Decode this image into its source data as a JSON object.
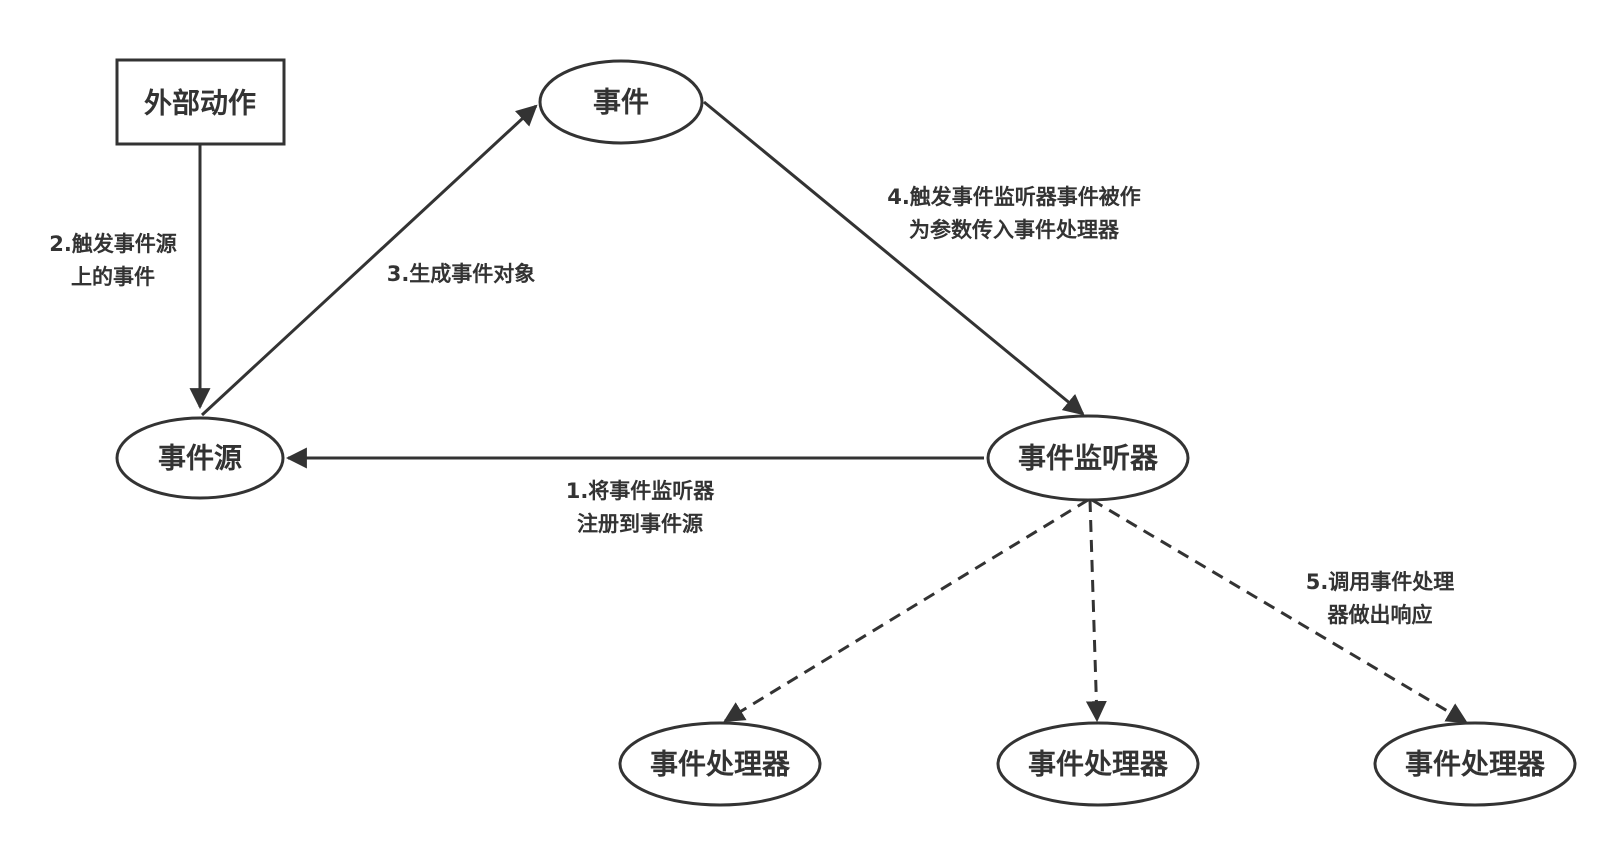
{
  "nodes": {
    "external_action": "外部动作",
    "event": "事件",
    "event_source": "事件源",
    "event_listener": "事件监听器",
    "handler_1": "事件处理器",
    "handler_2": "事件处理器",
    "handler_3": "事件处理器"
  },
  "edges": {
    "register": {
      "line1": "1.将事件监听器",
      "line2": "注册到事件源"
    },
    "trigger_source": {
      "line1": "2.触发事件源",
      "line2": "上的事件"
    },
    "create_event": {
      "line1": "3.生成事件对象"
    },
    "trigger_listener": {
      "line1": "4.触发事件监听器事件被作",
      "line2": "为参数传入事件处理器"
    },
    "invoke_handler": {
      "line1": "5.调用事件处理",
      "line2": "器做出响应"
    }
  },
  "colors": {
    "stroke": "#333333",
    "background": "#ffffff"
  }
}
